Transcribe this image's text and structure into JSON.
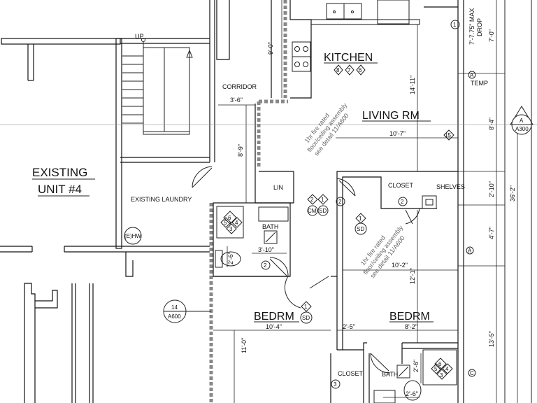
{
  "rooms": {
    "kitchen": "KITCHEN",
    "living": "LIVING RM",
    "corridor": "CORRIDOR",
    "existing_unit": [
      "EXISTING",
      "UNIT #4"
    ],
    "existing_laundry": "EXISTING LAUNDRY",
    "lin": "LIN",
    "closet_upper": "CLOSET",
    "shelves": "SHELVES",
    "bath_upper": "BATH",
    "bedrm_left": "BEDRM",
    "bedrm_right": "BEDRM",
    "closet_lower": "CLOSET",
    "bath_lower": "BATH",
    "up": "UP",
    "water_heater": "(E)HW"
  },
  "dimensions": {
    "d_9_0": "9'-0\"",
    "d_3_6": "3'-6\"",
    "d_8_9": "8'-9\"",
    "d_14_11": "14'-11\"",
    "d_10_7": "10'-7\"",
    "d_7_75_max_drop": [
      "7'-7.75\" MAX",
      "DROP"
    ],
    "d_7_0": "7'-0\"",
    "d_8_4": "8'-4\"",
    "d_2_10": "2'-10\"",
    "d_36_2": "36'-2\"",
    "d_4_7": "4'-7\"",
    "d_13_5": "13'-5\"",
    "d_3_10": "3'-10\"",
    "d_2_6_bath": "2'-6\"",
    "d_10_2": "10'-2\"",
    "d_12_1": "12'-1\"",
    "d_10_4": "10'-4\"",
    "d_2_5": "2'-5\"",
    "d_8_2": "8'-2\"",
    "d_11_0": "11'-0\"",
    "d_2_6_lower": "2'-6\"",
    "d_2_6_lower_h": "2'-6\""
  },
  "notes": {
    "fire_1": [
      "1hr fire rated",
      "floor/ceiling assembly",
      "see detail 11/A600"
    ],
    "fire_2": [
      "1hr fire rated",
      "floor/ceiling assembly",
      "see detail 11/A600"
    ],
    "temp": "TEMP"
  },
  "tags": {
    "kitchen_tags": [
      "8",
      "7",
      "6"
    ],
    "bath_upper_tags": [
      "6",
      "5",
      "4",
      "3"
    ],
    "bath_lower_tags": [
      "6",
      "5",
      "4",
      "3"
    ],
    "cm": "CM",
    "sd": "SD",
    "two": "2",
    "one": "1",
    "fifteen": "15",
    "three": "3",
    "a": "A",
    "c": "C",
    "section_a": "A",
    "section_sheet": "A300",
    "detail_num": "14",
    "detail_sheet": "A600"
  }
}
